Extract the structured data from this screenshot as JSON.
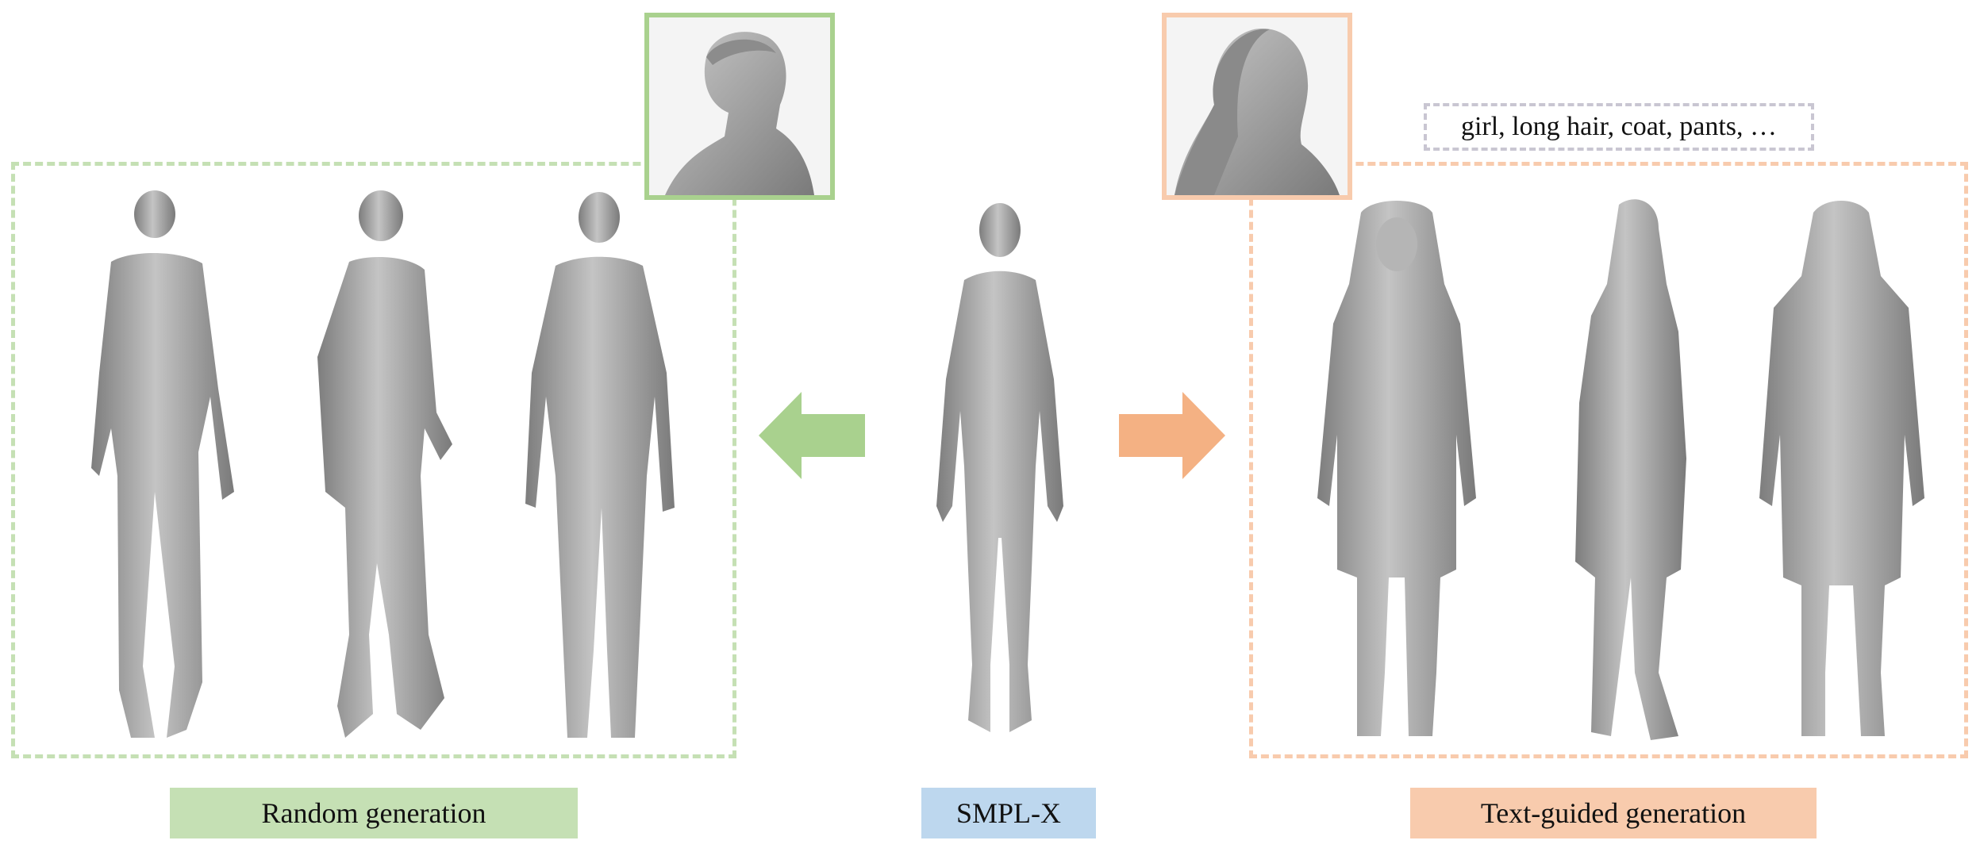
{
  "colors": {
    "green": "#a9d18e",
    "green_light": "#c5e0b4",
    "green_label": "#c5e0b4",
    "orange": "#f4b183",
    "orange_light": "#f8cbad",
    "orange_label": "#f8cbad",
    "blue_label": "#bdd7ee",
    "mesh_fill": "#9a9a9a",
    "mesh_dark": "#6f6f6f"
  },
  "labels": {
    "random": "Random generation",
    "smplx": "SMPL-X",
    "text_guided": "Text-guided generation"
  },
  "prompt": {
    "text": "girl, long hair, coat, pants, …"
  },
  "figures": {
    "left": [
      "male-figure-back-view",
      "male-figure-side-view",
      "male-figure-front-view"
    ],
    "center": "smplx-body-model",
    "right": [
      "female-figure-front-view",
      "female-figure-side-view",
      "female-figure-back-view"
    ]
  }
}
